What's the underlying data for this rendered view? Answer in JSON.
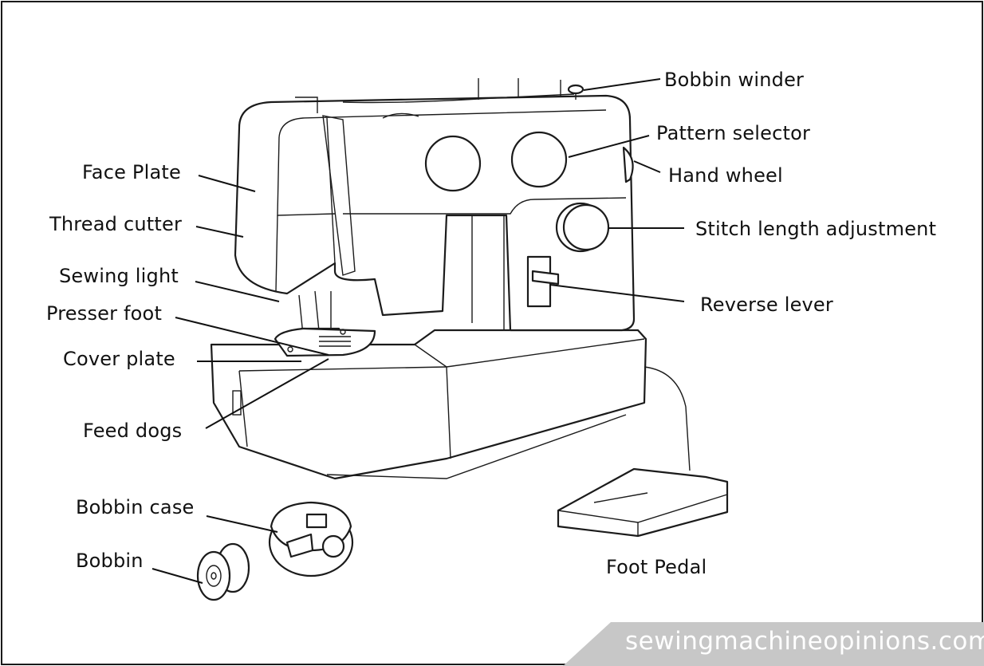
{
  "diagram": {
    "labels": {
      "bobbin_winder": "Bobbin winder",
      "pattern_selector": "Pattern selector",
      "hand_wheel": "Hand wheel",
      "stitch_length": "Stitch length adjustment",
      "reverse_lever": "Reverse lever",
      "face_plate": "Face Plate",
      "thread_cutter": "Thread cutter",
      "sewing_light": "Sewing light",
      "presser_foot": "Presser foot",
      "cover_plate": "Cover plate",
      "feed_dogs": "Feed dogs",
      "bobbin_case": "Bobbin case",
      "bobbin": "Bobbin",
      "foot_pedal": "Foot Pedal"
    },
    "watermark": "sewingmachineopinions.com"
  }
}
